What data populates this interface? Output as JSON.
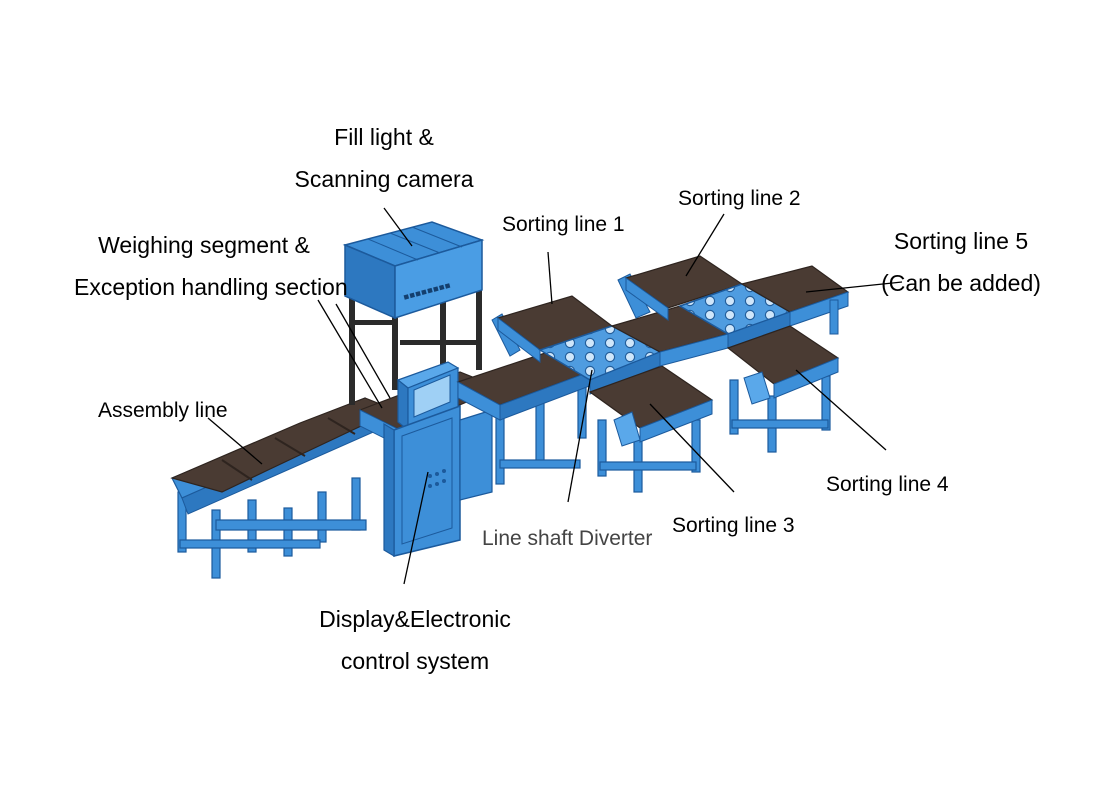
{
  "labels": {
    "fill_light_line1": "Fill light &",
    "fill_light_line2": "Scanning camera",
    "weighing_line1": "Weighing segment &",
    "weighing_line2": "Exception handling section",
    "sorting_line_1": "Sorting line 1",
    "sorting_line_2": "Sorting line 2",
    "sorting_line_5_line1": "Sorting line 5",
    "sorting_line_5_line2": "(Can be added)",
    "assembly_line": "Assembly line",
    "sorting_line_4": "Sorting line 4",
    "sorting_line_3": "Sorting line 3",
    "line_shaft_diverter": "Line shaft Diverter",
    "display_line1": "Display&Electronic",
    "display_line2": "control system"
  },
  "colors": {
    "frame_blue": "#3d8fd8",
    "frame_dark": "#1c5a9c",
    "belt_brown": "#4a3b33",
    "belt_dark": "#2e241f",
    "roller_blue": "#7ab8ec"
  }
}
